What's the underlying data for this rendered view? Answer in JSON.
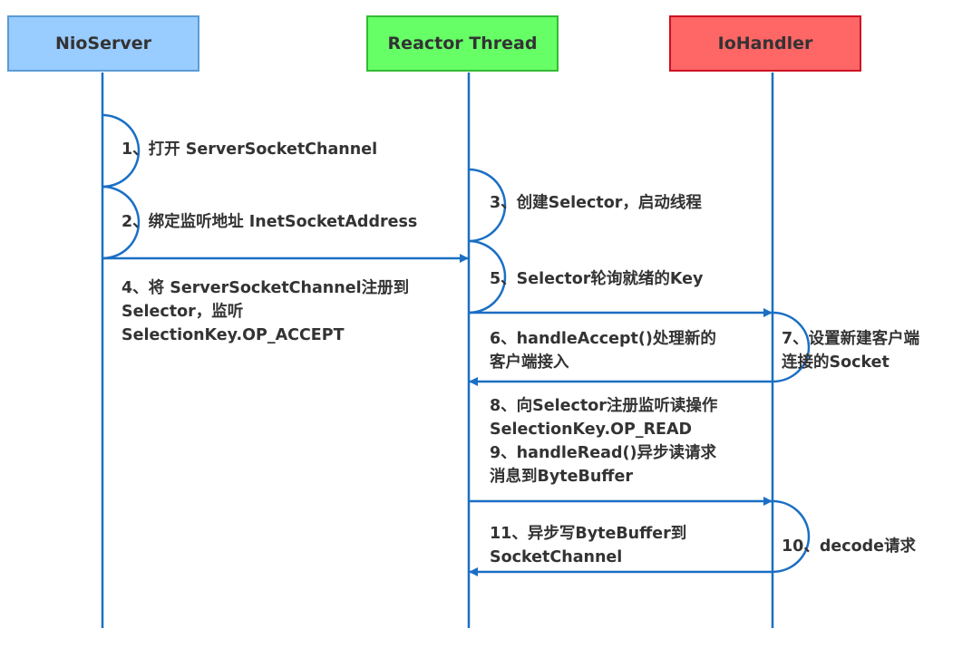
{
  "diagram": {
    "type": "sequence-diagram",
    "line_color": "#1a6fc4",
    "participants": [
      {
        "id": "nioserver",
        "label": "NioServer",
        "fill": "#99ccff",
        "border": "#5b9bd5"
      },
      {
        "id": "reactor",
        "label": "Reactor Thread",
        "fill": "#66ff66",
        "border": "#33bb33"
      },
      {
        "id": "iohandler",
        "label": "IoHandler",
        "fill": "#ff6666",
        "border": "#cc1122"
      }
    ],
    "steps": [
      {
        "n": 1,
        "kind": "self",
        "participant": "nioserver",
        "lines": [
          "1、打开 ServerSocketChannel"
        ]
      },
      {
        "n": 2,
        "kind": "self",
        "participant": "nioserver",
        "lines": [
          "2、绑定监听地址 InetSocketAddress"
        ]
      },
      {
        "n": 3,
        "kind": "self",
        "participant": "reactor",
        "lines": [
          "3、创建Selector，启动线程"
        ]
      },
      {
        "n": 4,
        "kind": "message",
        "from": "nioserver",
        "to": "reactor",
        "lines": [
          "4、将 ServerSocketChannel注册到",
          "Selector，监听",
          "SelectionKey.OP_ACCEPT"
        ]
      },
      {
        "n": 5,
        "kind": "self",
        "participant": "reactor",
        "lines": [
          "5、Selector轮询就绪的Key"
        ]
      },
      {
        "n": 6,
        "kind": "message",
        "from": "reactor",
        "to": "iohandler",
        "lines": [
          "6、handleAccept()处理新的",
          "客户端接入"
        ]
      },
      {
        "n": 7,
        "kind": "self",
        "participant": "iohandler",
        "lines": [
          "7、设置新建客户端",
          "连接的Socket"
        ]
      },
      {
        "n": 8,
        "kind": "message",
        "from": "iohandler",
        "to": "reactor",
        "lines": [
          "8、向Selector注册监听读操作",
          "SelectionKey.OP_READ"
        ]
      },
      {
        "n": 9,
        "kind": "message",
        "from": "reactor",
        "to": "iohandler",
        "lines": [
          "9、handleRead()异步读请求",
          "消息到ByteBuffer"
        ]
      },
      {
        "n": 10,
        "kind": "self",
        "participant": "iohandler",
        "lines": [
          "10、decode请求"
        ]
      },
      {
        "n": 11,
        "kind": "message",
        "from": "iohandler",
        "to": "reactor",
        "lines": [
          "11、异步写ByteBuffer到",
          "SocketChannel"
        ]
      }
    ]
  }
}
